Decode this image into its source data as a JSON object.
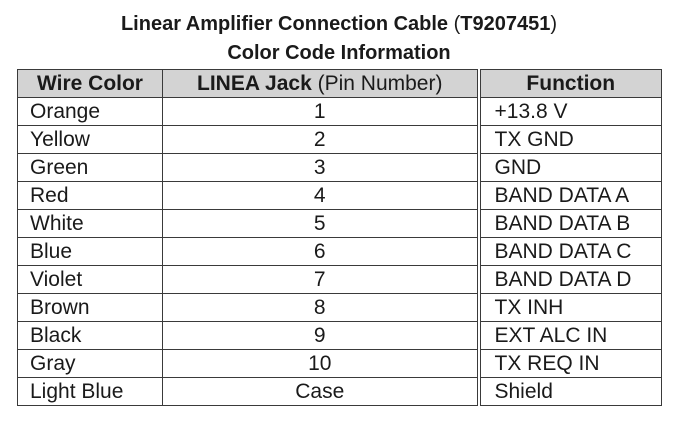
{
  "title": {
    "line1_bold": "Linear Amplifier Connection Cable",
    "line1_paren_open": " (",
    "line1_part_number": "T9207451",
    "line1_paren_close": ")",
    "line2": "Color Code Information"
  },
  "table": {
    "headers": {
      "wire_color": "Wire Color",
      "jack_bold": "LINEA Jack",
      "jack_normal": " (Pin Number)",
      "function": "Function"
    },
    "rows": [
      {
        "color": "Orange",
        "pin": "1",
        "function": "+13.8 V"
      },
      {
        "color": "Yellow",
        "pin": "2",
        "function": "TX GND"
      },
      {
        "color": "Green",
        "pin": "3",
        "function": "GND"
      },
      {
        "color": "Red",
        "pin": "4",
        "function": "BAND DATA A"
      },
      {
        "color": "White",
        "pin": "5",
        "function": "BAND DATA B"
      },
      {
        "color": "Blue",
        "pin": "6",
        "function": "BAND DATA C"
      },
      {
        "color": "Violet",
        "pin": "7",
        "function": "BAND DATA D"
      },
      {
        "color": "Brown",
        "pin": "8",
        "function": "TX INH"
      },
      {
        "color": "Black",
        "pin": "9",
        "function": "EXT ALC IN"
      },
      {
        "color": "Gray",
        "pin": "10",
        "function": "TX REQ IN"
      },
      {
        "color": "Light Blue",
        "pin": "Case",
        "function": "Shield"
      }
    ],
    "header_background": "#d3d3d3",
    "border_color": "#3a3a3a"
  }
}
